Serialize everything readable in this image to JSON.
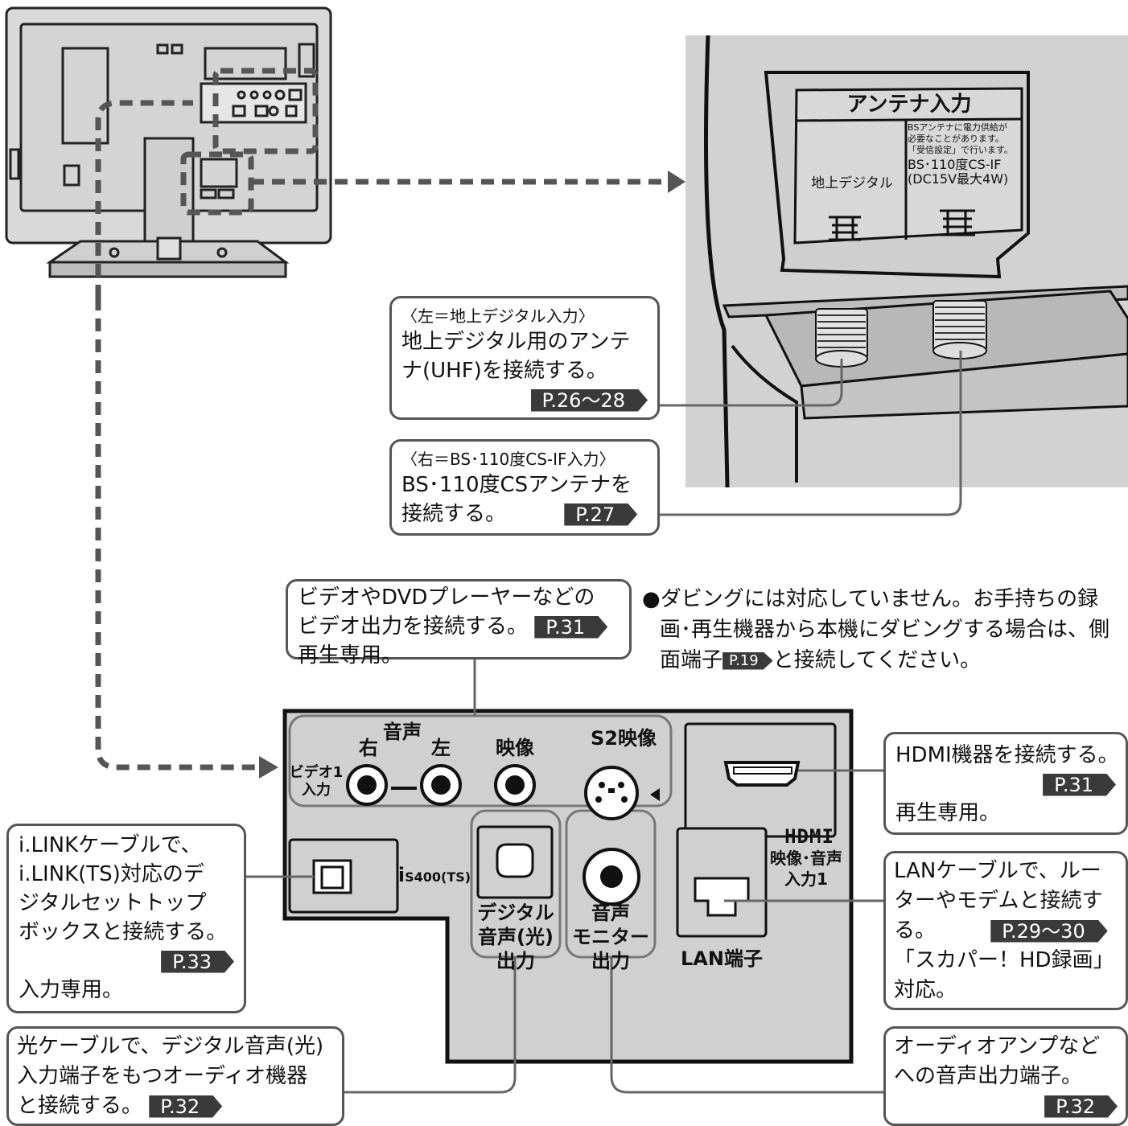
{
  "antenna_panel": {
    "title": "アンテナ入力",
    "terrestrial": "地上デジタル",
    "bs_note_lines": [
      "BSアンテナに電力供給が",
      "必要なことがあります。",
      "「受信設定」で行います。"
    ],
    "bs_label": "BS･110度CS-IF",
    "bs_power": "(DC15V最大4W)"
  },
  "callouts": {
    "terrestrial": {
      "heading": "〈左＝地上デジタル入力〉",
      "lines": [
        "地上デジタル用のアンテ",
        "ナ(UHF)を接続する。"
      ],
      "ref": "P.26〜28"
    },
    "bs": {
      "heading": "〈右＝BS･110度CS-IF入力〉",
      "lines": [
        "BS･110度CSアンテナを",
        "接続する。"
      ],
      "ref": "P.27"
    },
    "video": {
      "lines": [
        "ビデオやDVDプレーヤーなどの",
        "ビデオ出力を接続する。",
        "再生専用。"
      ],
      "ref": "P.31"
    },
    "hdmi": {
      "lines": [
        "HDMI機器を接続する。",
        "再生専用。"
      ],
      "ref": "P.31"
    },
    "ilink": {
      "lines": [
        "i.LINKケーブルで、",
        "i.LINK(TS)対応のデ",
        "ジタルセットトップ",
        "ボックスと接続する。",
        "入力専用。"
      ],
      "ref": "P.33"
    },
    "lan": {
      "lines": [
        "LANケーブルで、ルー",
        "ターやモデムと接続す",
        "る。",
        "「スカパー！HD録画」",
        "対応。"
      ],
      "ref": "P.29〜30"
    },
    "optical": {
      "lines": [
        "光ケーブルで、デジタル音声(光)",
        "入力端子をもつオーディオ機器",
        "と接続する。"
      ],
      "ref": "P.32"
    },
    "audio_out": {
      "lines": [
        "オーディオアンプなど",
        "への音声出力端子。"
      ],
      "ref": "P.32"
    }
  },
  "note": {
    "bullet": "●",
    "lines": [
      "ダビングには対応していません。お手持ちの録",
      "画･再生機器から本機にダビングする場合は、側"
    ],
    "line3_a": "面端子",
    "ref": "P.19",
    "line3_b": "と接続してください。"
  },
  "jack_panel": {
    "audio": "音声",
    "right": "右",
    "left": "左",
    "video": "映像",
    "s2video": "S2映像",
    "video1_a": "ビデオ1",
    "video1_b": "入力",
    "ilink_label": "S400(TS)",
    "optical": [
      "デジタル",
      "音声(光)",
      "出力"
    ],
    "monitor": [
      "音声",
      "モニター",
      "出力"
    ],
    "lan": "LAN端子",
    "hdmi_logo": "HDMI",
    "hdmi_label": [
      "映像･音声",
      "入力1"
    ]
  }
}
